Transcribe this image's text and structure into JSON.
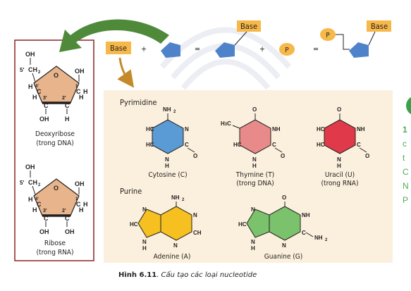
{
  "diagram": {
    "top_row": {
      "base": "Base",
      "plus1": "+",
      "equals1": "=",
      "plus2": "+",
      "phosphate": "P",
      "equals2": "=",
      "phosphate2": "P",
      "base_right": "Base",
      "base_mid": "Base"
    },
    "sugars": {
      "deoxyribose_name": "Deoxyribose",
      "deoxyribose_sub": "(trong DNA)",
      "ribose_name": "Ribose",
      "ribose_sub": "(trong RNA)"
    },
    "groups": {
      "pyrimidine": "Pyrimidine",
      "purine": "Purine"
    },
    "bases": {
      "cytosine_name": "Cytosine (C)",
      "thymine_name": "Thymine (T)",
      "thymine_sub": "(trong DNA)",
      "uracil_name": "Uracil (U)",
      "uracil_sub": "(trong RNA)",
      "adenine_name": "Adenine (A)",
      "guanine_name": "Guanine (G)"
    },
    "caption_num": "Hình 6.11",
    "caption_text": ". Cấu tạo các loại nucleotide",
    "side_letters": [
      "1",
      "c",
      "t",
      "C",
      "N",
      "P"
    ],
    "colors": {
      "base_box": "#f7b84a",
      "sugar_pentagon": "#4f83c9",
      "phosphate": "#f7b84a",
      "arrow": "#4e8a3a",
      "panel": "#fbf0dd",
      "ribose_fill": "#e8b48c",
      "cytosine": "#5b9bd5",
      "thymine": "#e88a8a",
      "uracil": "#e03a4a",
      "adenine": "#f5c020",
      "guanine": "#7bc26c"
    }
  }
}
